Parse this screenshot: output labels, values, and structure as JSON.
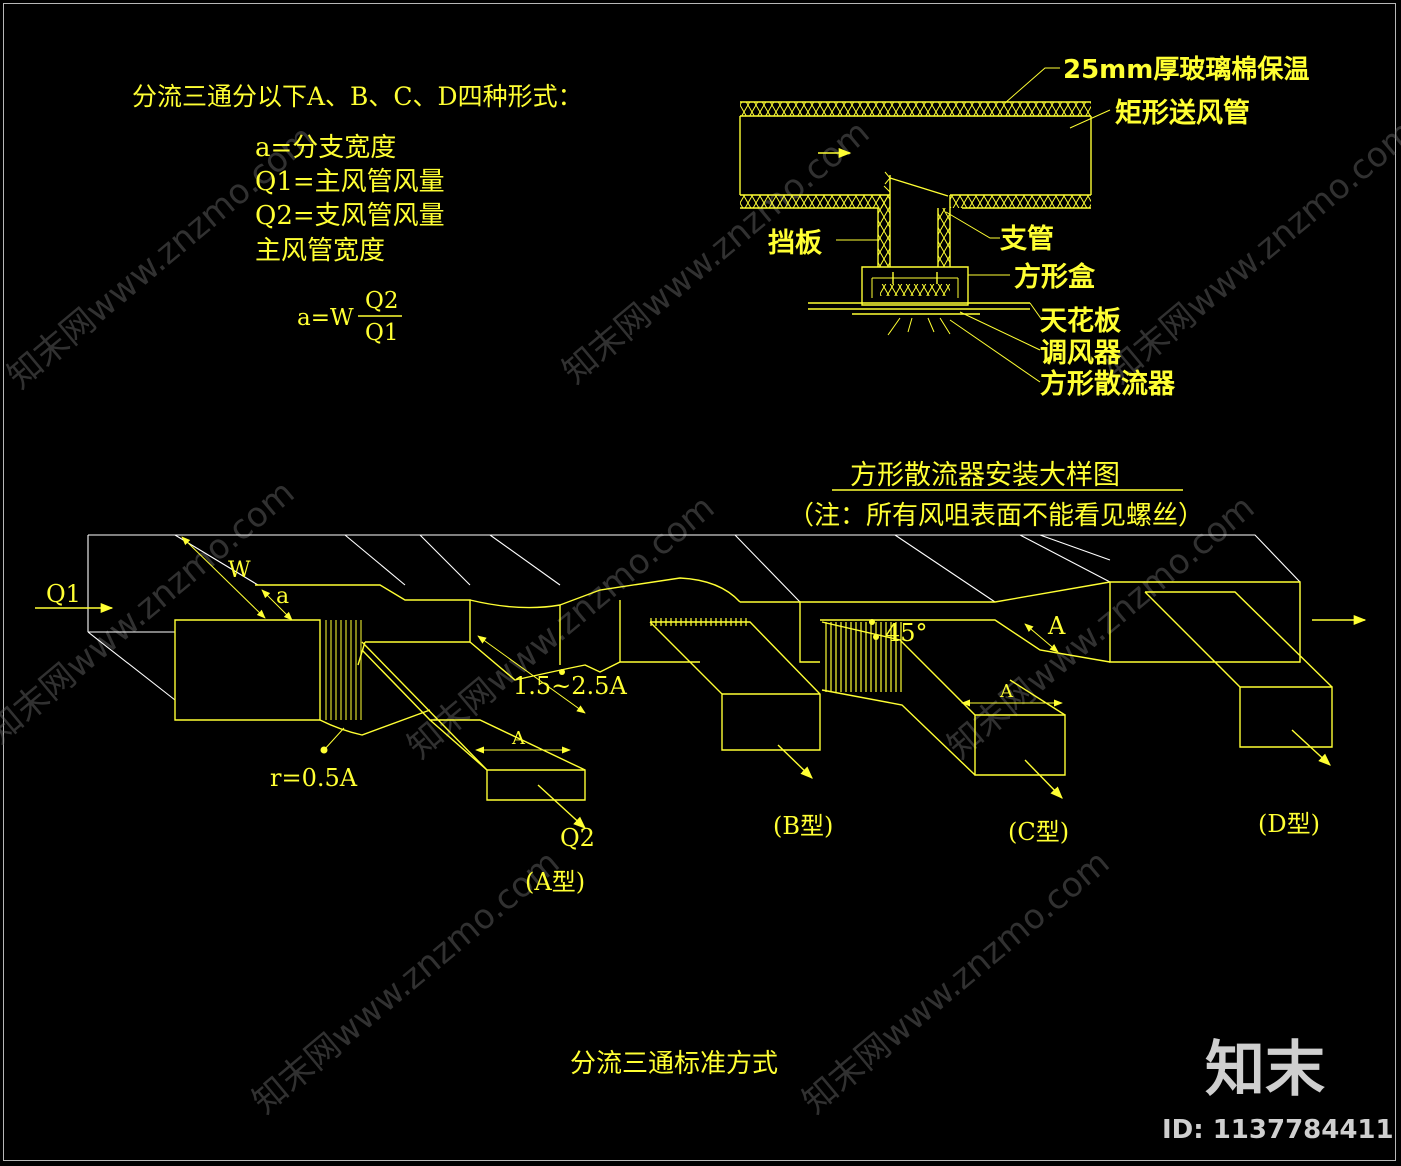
{
  "notes": {
    "heading": "分流三通分以下A、B、C、D四种形式：",
    "line1": "a=分支宽度",
    "line2": "Q1=主风管风量",
    "line3": "Q2=支风管风量",
    "line4": "主风管宽度",
    "formula_lhs": "a=W",
    "formula_num": "Q2",
    "formula_den": "Q1"
  },
  "detail": {
    "insulation": "25mm厚玻璃棉保温",
    "duct": "矩形送风管",
    "damper_plate": "挡板",
    "branch": "支管",
    "box": "方形盒",
    "ceiling": "天花板",
    "regulator": "调风器",
    "diffuser": "方形散流器",
    "title": "方形散流器安装大样图",
    "note": "（注：所有风咀表面不能看见螺丝）"
  },
  "tee": {
    "q1": "Q1",
    "w": "W",
    "a_small": "a",
    "ratio": "1.5~2.5A",
    "radius": "r=0.5A",
    "q2": "Q2",
    "A1": "A",
    "angle": "45°",
    "A2": "A",
    "A3": "A",
    "type_a": "(A型)",
    "type_b": "(B型)",
    "type_c": "(C型)",
    "type_d": "(D型)",
    "caption": "分流三通标准方式"
  },
  "brand": {
    "logo": "知末",
    "id": "ID: 1137784411",
    "watermark": "知末网www.znzmo.com"
  },
  "colors": {
    "background": "#000000",
    "drawing": "#ffff33",
    "outline": "#ffffff"
  }
}
